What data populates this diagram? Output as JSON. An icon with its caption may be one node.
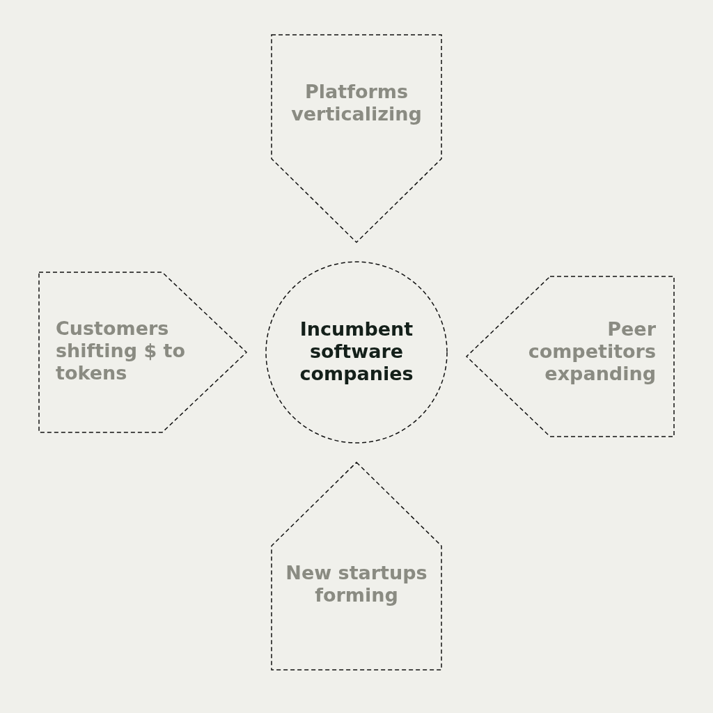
{
  "diagram": {
    "nodes": [
      {
        "text": [
          "Platforms verticalizing"
        ]
      },
      {
        "text": [
          "Customers shifting $ to tokens"
        ]
      },
      {
        "text": [
          "Incumbent software companies"
        ]
      },
      {
        "text": [
          "Peer competitors expanding"
        ]
      },
      {
        "text": [
          "New startups forming"
        ]
      }
    ]
  }
}
